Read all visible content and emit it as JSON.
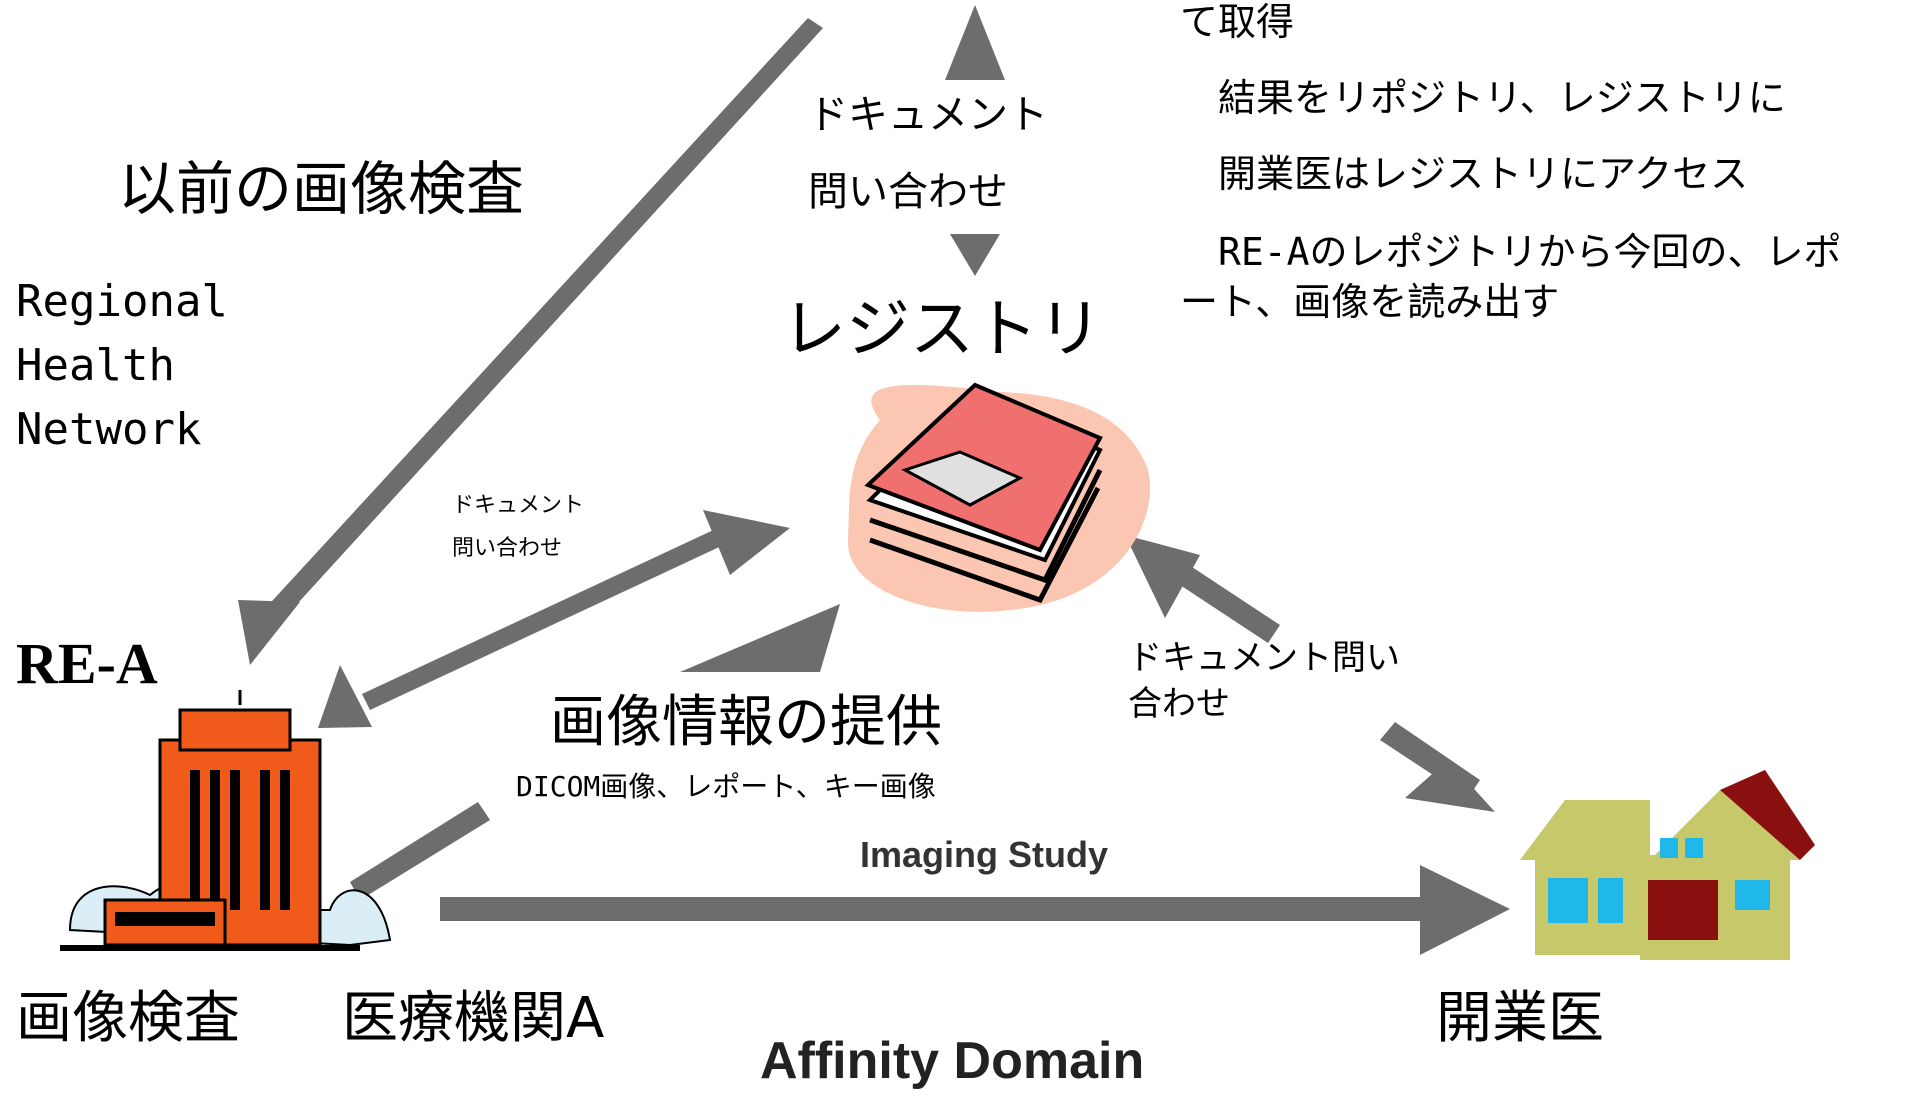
{
  "labels": {
    "previous_exam": "以前の画像検査",
    "rhn_line1": "Regional",
    "rhn_line2": "Health",
    "rhn_line3": "Network",
    "re_a": "RE-A",
    "registry": "レジストリ",
    "doc_query_top_1": "ドキュメント",
    "doc_query_top_2": "問い合わせ",
    "doc_query_left_1": "ドキュメント",
    "doc_query_left_2": "問い合わせ",
    "doc_query_right_1": "ドキュメント問い",
    "doc_query_right_2": "合わせ",
    "image_info": "画像情報の提供",
    "image_info_sub": "DICOM画像、レポート、キー画像",
    "imaging_study": "Imaging Study",
    "exam": "画像検査",
    "hospital": "医療機関A",
    "clinic": "開業医",
    "affinity_domain": "Affinity Domain"
  },
  "notes": [
    "て取得",
    "結果をリポジトリ、レジストリに",
    "開業医はレジストリにアクセス",
    "RE-Aのレポジトリから今回の、レポ",
    "ート、画像を読み出す"
  ],
  "colors": {
    "arrow": "#6d6d6d",
    "building": "#f05a1a",
    "house_wall": "#c6c86a",
    "house_roof": "#8a1010",
    "window": "#1fb8e8",
    "registry_book": "#f07070",
    "registry_blob": "#fbc7b2"
  },
  "icons": {
    "hospital": "hospital-building-icon",
    "registry": "registry-book-icon",
    "clinic": "house-icon"
  }
}
